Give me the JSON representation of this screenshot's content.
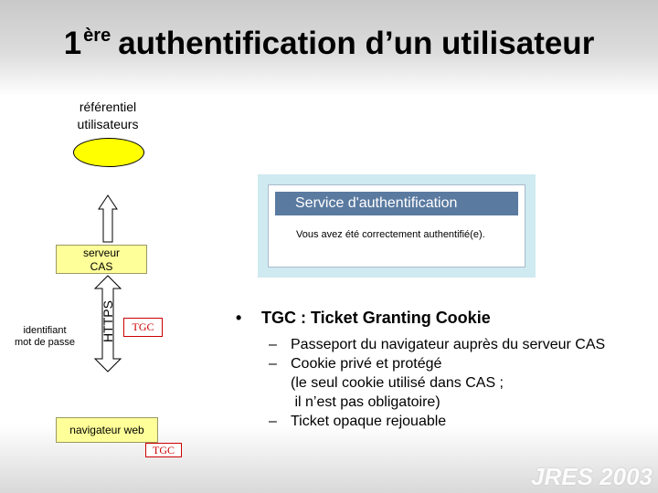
{
  "title": {
    "main": "authentification d’un utilisateur",
    "ordinal": "1",
    "ordinal_suffix": "ère"
  },
  "diagram": {
    "referential_line1": "référentiel",
    "referential_line2": "utilisateurs",
    "server_line1": "serveur",
    "server_line2": "CAS",
    "protocol": "HTTPS",
    "credentials_line1": "identifiant",
    "credentials_line2": "mot de passe",
    "browser": "navigateur web",
    "tgc_upper": "TGC",
    "tgc_lower": "TGC"
  },
  "cas_window": {
    "header": "Service d'authentification",
    "message": "Vous avez été correctement authentifié(e)."
  },
  "bullets": {
    "main": "TGC : Ticket Granting Cookie",
    "items": [
      "Passeport du navigateur auprès du serveur CAS",
      "Cookie privé et protégé",
      "(le seul cookie utilisé dans CAS ;",
      " il n’est pas obligatoire)",
      "Ticket opaque rejouable"
    ]
  },
  "watermark": "JRES 2003",
  "colors": {
    "ellipse": "#ffff00",
    "box": "#ffff99",
    "tgc": "#cc0000",
    "cas_header": "#5a7aa0",
    "cas_panel": "#cfeaf0"
  }
}
